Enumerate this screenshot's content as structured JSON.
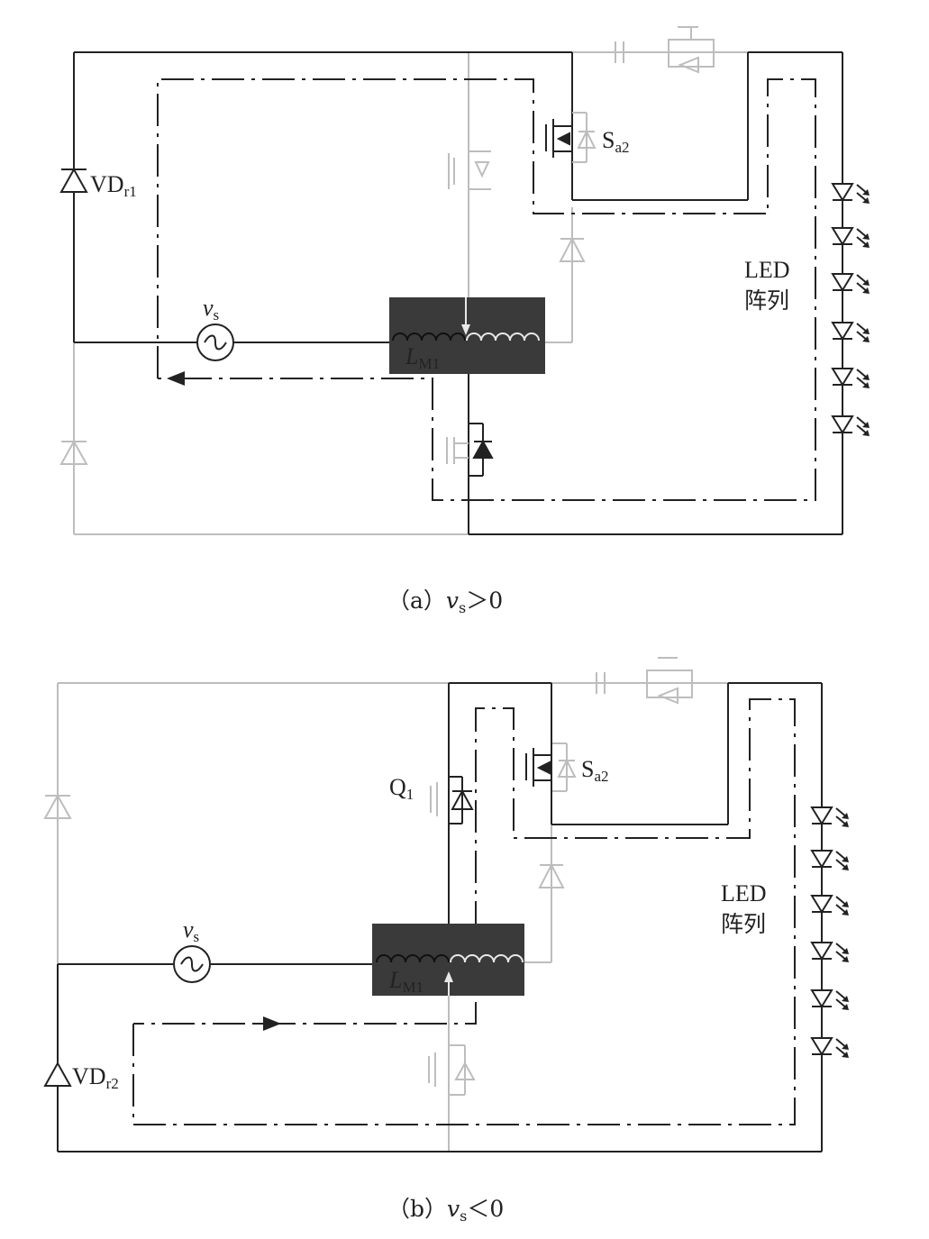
{
  "colors": {
    "active": "#222222",
    "inactive": "#bdbdbd",
    "transformer": "#3a3a3a"
  },
  "panel_a": {
    "vd_label": "VD",
    "vd_sub": "r1",
    "vs_label": "v",
    "vs_sub": "s",
    "sa2_label": "S",
    "sa2_sub": "a2",
    "lm_label": "L",
    "lm_sub": "M1",
    "led_label_1": "LED",
    "led_label_2": "阵列",
    "caption_open": "（a）",
    "caption_var": "v",
    "caption_sub": "s",
    "caption_rel": "＞0"
  },
  "panel_b": {
    "vd_label": "VD",
    "vd_sub": "r2",
    "vs_label": "v",
    "vs_sub": "s",
    "sa2_label": "S",
    "sa2_sub": "a2",
    "q1_label": "Q",
    "q1_sub": "1",
    "lm_label": "L",
    "lm_sub": "M1",
    "led_label_1": "LED",
    "led_label_2": "阵列",
    "caption_open": "（b）",
    "caption_var": "v",
    "caption_sub": "s",
    "caption_rel": "＜0"
  }
}
